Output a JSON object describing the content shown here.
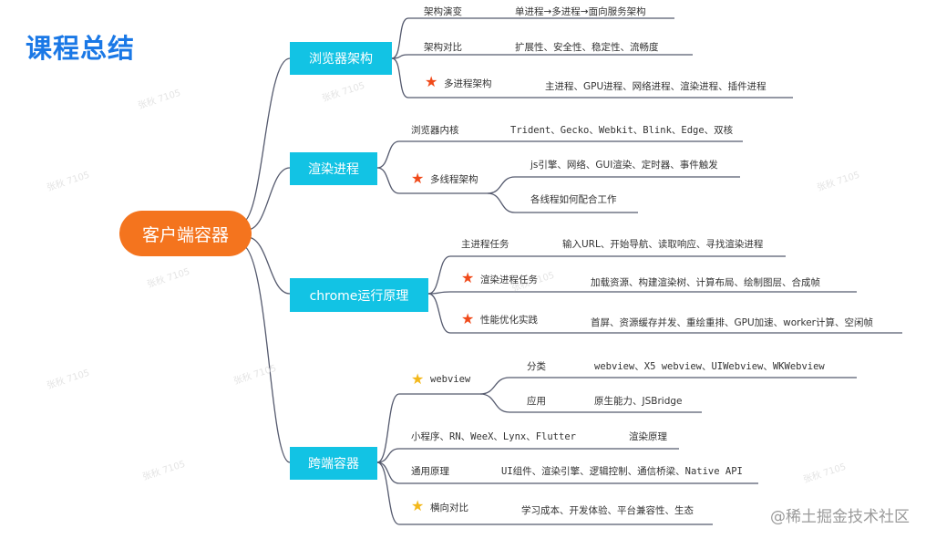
{
  "title": "课程总结",
  "root": "客户端容器",
  "credit": "@稀土掘金技术社区",
  "watermark": "张秋 7105",
  "colors": {
    "root": "#f4741e",
    "branch": "#12c3e4",
    "title": "#1a78e6",
    "star_red": "#f04a1a",
    "star_yellow": "#f3b81b",
    "line": "#555a6e"
  },
  "branches": [
    {
      "label": "浏览器架构",
      "items": [
        {
          "label": "架构演变",
          "detail": "单进程→多进程→面向服务架构"
        },
        {
          "label": "架构对比",
          "detail": "扩展性、安全性、稳定性、流畅度"
        },
        {
          "label": "多进程架构",
          "star": "red",
          "detail": "主进程、GPU进程、网络进程、渲染进程、插件进程"
        }
      ]
    },
    {
      "label": "渲染进程",
      "items": [
        {
          "label": "浏览器内核",
          "detail": "Trident、Gecko、Webkit、Blink、Edge、双核"
        },
        {
          "label": "多线程架构",
          "star": "red",
          "children": [
            "js引擎、网络、GUI渲染、定时器、事件触发",
            "各线程如何配合工作"
          ]
        }
      ]
    },
    {
      "label": "chrome运行原理",
      "items": [
        {
          "label": "主进程任务",
          "detail": "输入URL、开始导航、读取响应、寻找渲染进程"
        },
        {
          "label": "渲染进程任务",
          "star": "red",
          "detail": "加载资源、构建渲染树、计算布局、绘制图层、合成帧"
        },
        {
          "label": "性能优化实践",
          "star": "red",
          "detail": "首屏、资源缓存并发、重绘重排、GPU加速、worker计算、空闲帧"
        }
      ]
    },
    {
      "label": "跨端容器",
      "items": [
        {
          "label": "webview",
          "star": "yellow",
          "children": [
            {
              "label": "分类",
              "detail": "webview、X5 webview、UIWebview、WKWebview"
            },
            {
              "label": "应用",
              "detail": "原生能力、JSBridge"
            }
          ]
        },
        {
          "label": "小程序、RN、WeeX、Lynx、Flutter",
          "detail": "渲染原理"
        },
        {
          "label": "通用原理",
          "detail": "UI组件、渲染引擎、逻辑控制、通信桥梁、Native API"
        },
        {
          "label": "横向对比",
          "star": "yellow",
          "detail": "学习成本、开发体验、平台兼容性、生态"
        }
      ]
    }
  ]
}
